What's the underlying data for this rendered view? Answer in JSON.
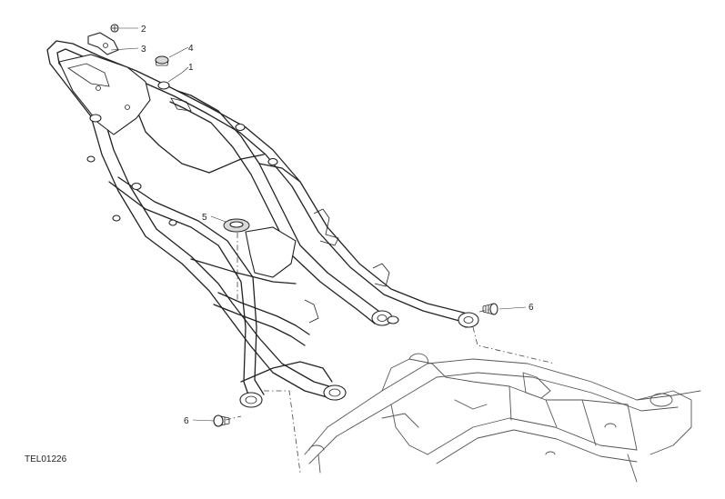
{
  "diagram": {
    "callouts": [
      {
        "id": "c1",
        "label": "1"
      },
      {
        "id": "c2",
        "label": "2"
      },
      {
        "id": "c3",
        "label": "3"
      },
      {
        "id": "c4",
        "label": "4"
      },
      {
        "id": "c5",
        "label": "5"
      },
      {
        "id": "c6a",
        "label": "6"
      },
      {
        "id": "c6b",
        "label": "6"
      }
    ],
    "drawing_code": "TEL01226"
  }
}
